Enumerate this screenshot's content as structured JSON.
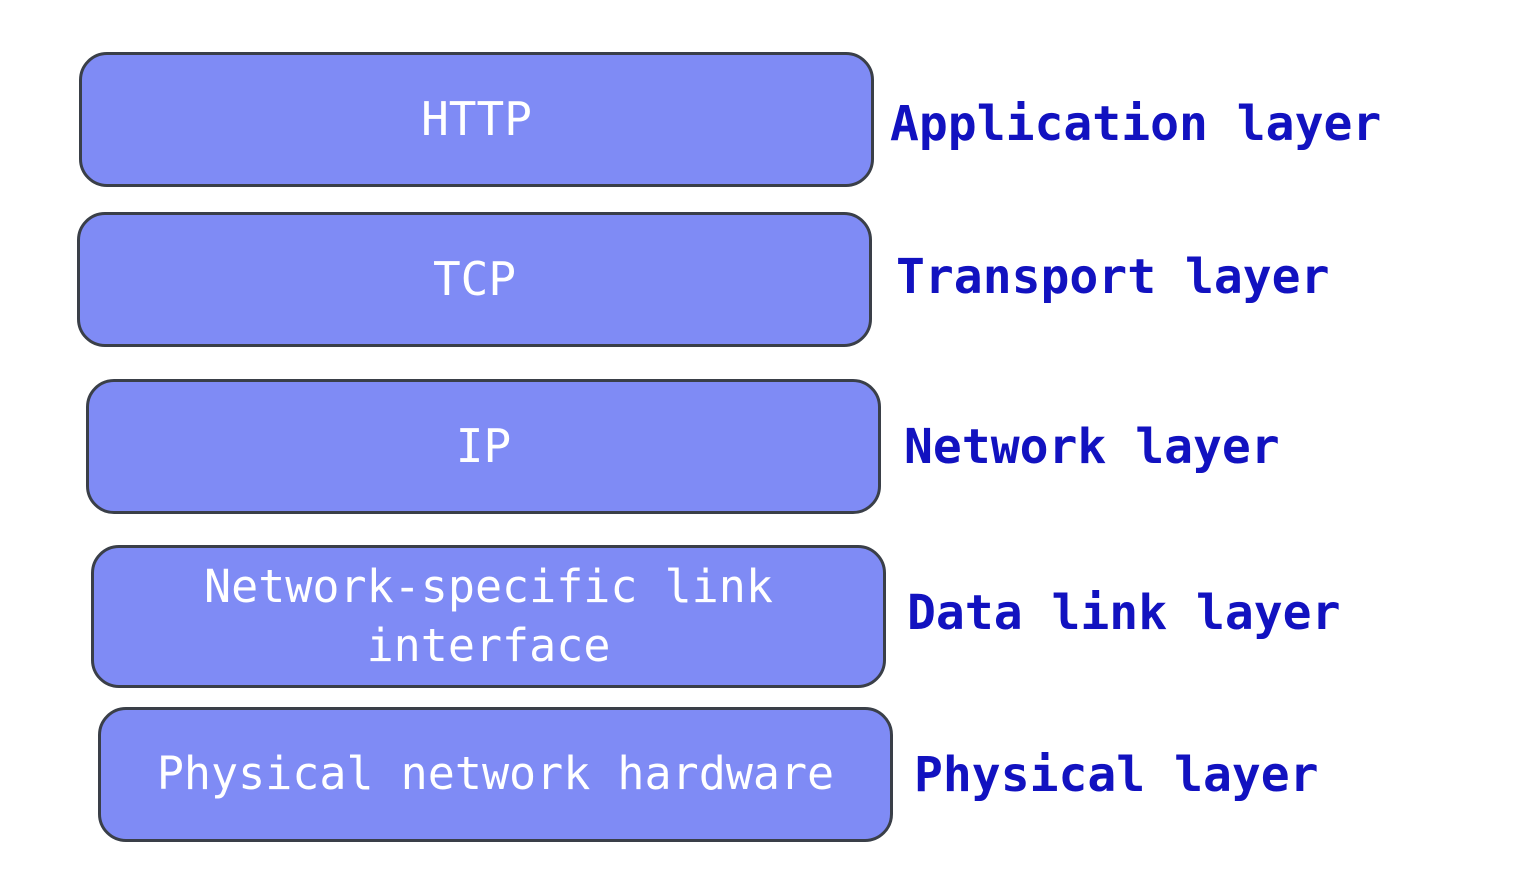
{
  "layers": [
    {
      "protocol": "HTTP",
      "layer_name": "Application layer"
    },
    {
      "protocol": "TCP",
      "layer_name": "Transport layer"
    },
    {
      "protocol": "IP",
      "layer_name": "Network layer"
    },
    {
      "protocol": "Network-specific link interface",
      "layer_name": "Data link layer"
    },
    {
      "protocol": "Physical network hardware",
      "layer_name": "Physical layer"
    }
  ],
  "colors": {
    "box_fill": "#7f8bf5",
    "box_border": "#3a3f48",
    "box_text": "#ffffff",
    "label_text": "#1212c0"
  }
}
